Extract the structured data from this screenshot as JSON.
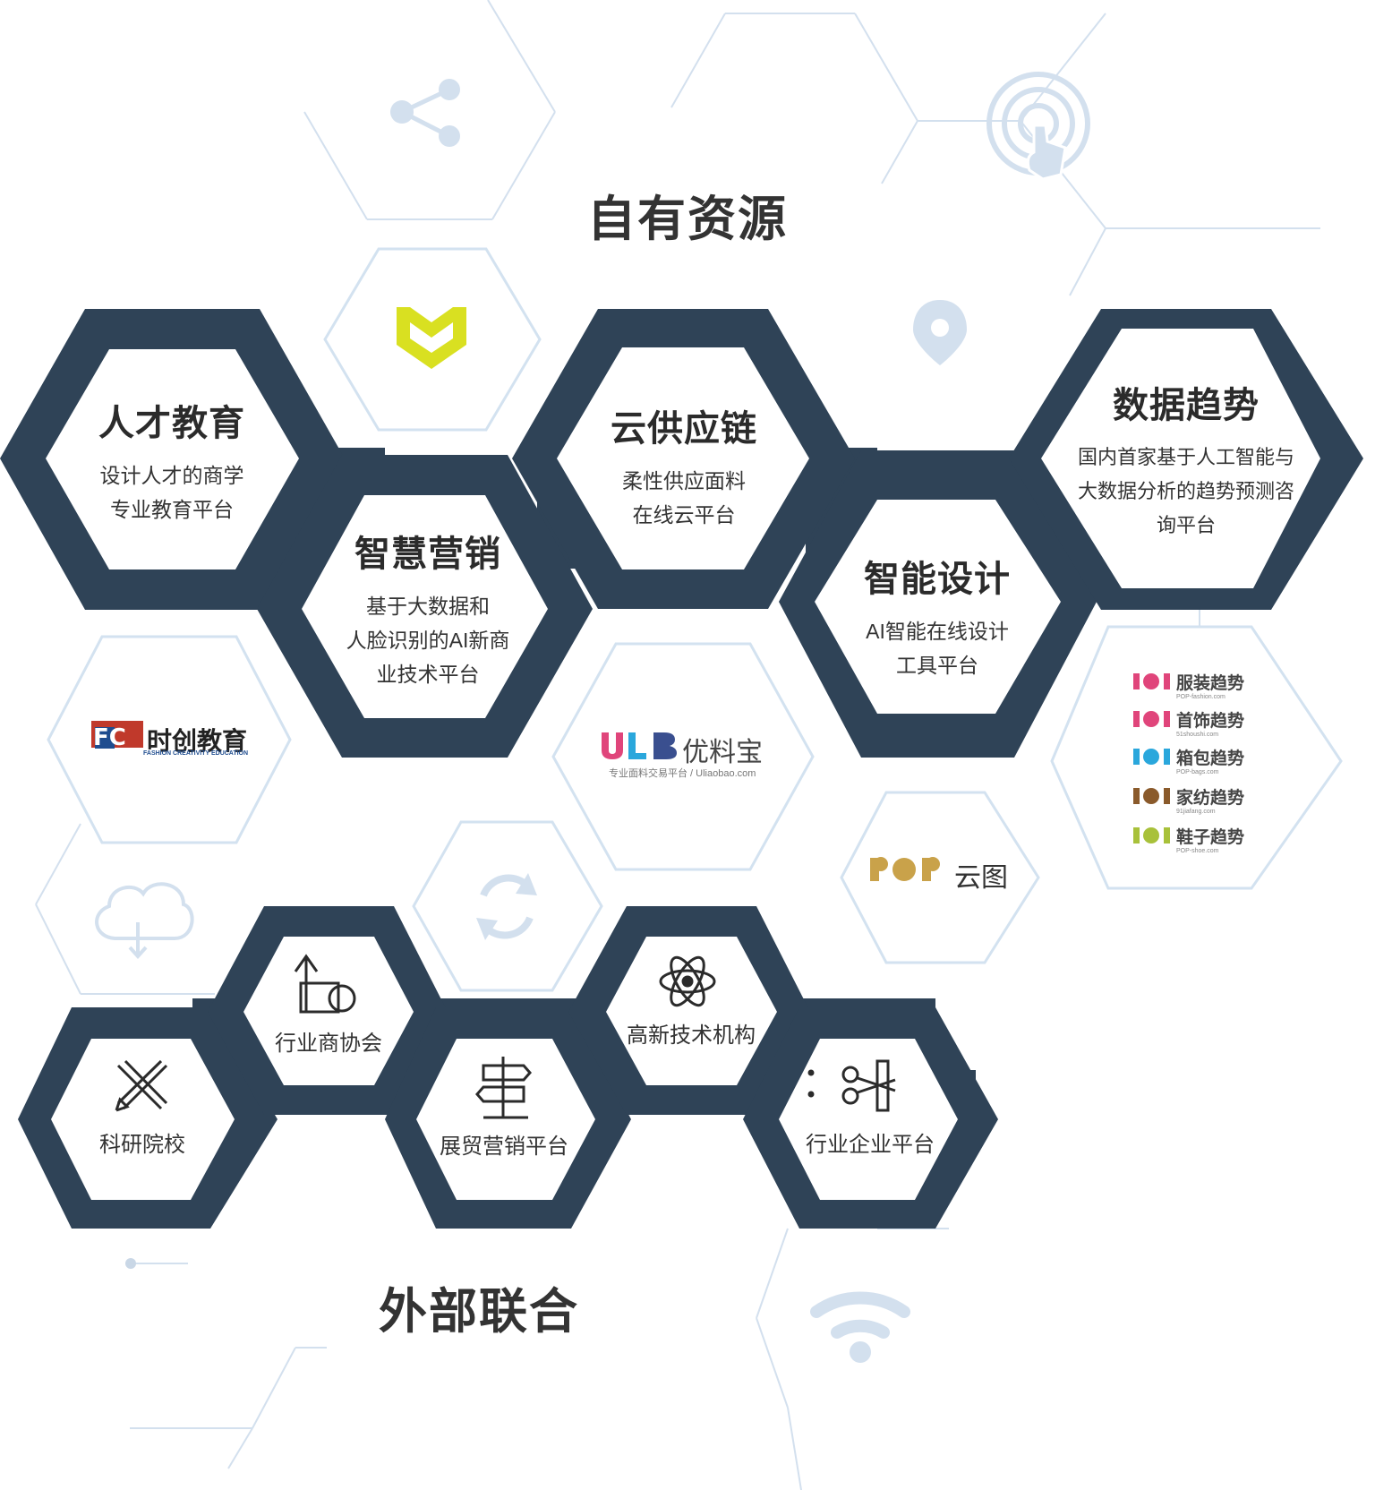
{
  "sections": {
    "own": "自有资源",
    "external": "外部联合"
  },
  "own_resources": [
    {
      "title": "人才教育",
      "lines": [
        "设计人才的商学",
        "专业教育平台"
      ]
    },
    {
      "title": "智慧营销",
      "lines": [
        "基于大数据和",
        "人脸识别的AI新商",
        "业技术平台"
      ]
    },
    {
      "title": "云供应链",
      "lines": [
        "柔性供应面料",
        "在线云平台"
      ]
    },
    {
      "title": "智能设计",
      "lines": [
        "AI智能在线设计",
        "工具平台"
      ]
    },
    {
      "title": "数据趋势",
      "lines": [
        "国内首家基于人工智能与",
        "大数据分析的趋势预测咨",
        "询平台"
      ]
    }
  ],
  "external_partners": [
    {
      "label": "科研院校",
      "icon": "pencil-ruler-icon"
    },
    {
      "label": "行业商协会",
      "icon": "finance-growth-icon"
    },
    {
      "label": "展贸营销平台",
      "icon": "signpost-icon"
    },
    {
      "label": "高新技术机构",
      "icon": "atom-icon"
    },
    {
      "label": "行业企业平台",
      "icon": "scissors-tape-icon"
    }
  ],
  "logos": {
    "fc": {
      "name": "时创教育",
      "tag": "FASHION CREATIVITY EDUCATION"
    },
    "ulb": {
      "name": "优料宝",
      "tag": "专业面料交易平台 / Uliaobao.com"
    },
    "pop_cloud": {
      "brand": "POP",
      "name": "云图"
    },
    "pop_list": [
      {
        "name": "服装趋势",
        "sub": "POP-fashion.com"
      },
      {
        "name": "首饰趋势",
        "sub": "51shoushi.com"
      },
      {
        "name": "箱包趋势",
        "sub": "POP-bags.com"
      },
      {
        "name": "家纺趋势",
        "sub": "91jiafang.com"
      },
      {
        "name": "鞋子趋势",
        "sub": "POP-shoe.com"
      }
    ]
  },
  "colors": {
    "dark": "#2f4357",
    "outline": "#c9d7e6",
    "icon_light": "#d3e0ee",
    "yellow": "#d9e021",
    "pop_gold": "#c9a24a"
  }
}
